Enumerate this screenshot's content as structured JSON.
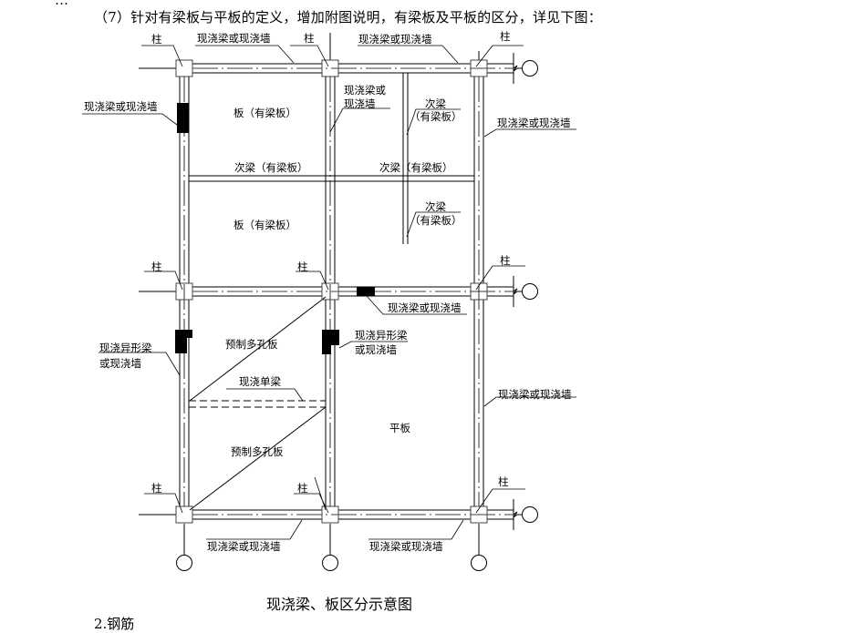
{
  "document": {
    "clipped_previous_line": "…",
    "intro_paragraph": "（7）针对有梁板与平板的定义，增加附图说明，有梁板及平板的区分，详见下图：",
    "figure_caption": "现浇梁、板区分示意图",
    "next_section_heading": "2.钢筋"
  },
  "figure": {
    "labels": {
      "column": "柱",
      "cast_beam_or_wall": "现浇梁或现浇墙",
      "cast_beam_or_wall_line1": "现浇梁或",
      "cast_beam_or_wall_line2": "现浇墙",
      "slab_with_beam": "板（有梁板）",
      "secondary_beam_inline": "次梁（有梁板）",
      "secondary_beam_line1": "次梁",
      "secondary_beam_line2": "（有梁板）",
      "special_beam_line1": "现浇异形梁",
      "special_beam_line2": "或现浇墙",
      "precast_hollow_slab": "预制多孔板",
      "cast_single_beam": "现浇单梁",
      "flat_slab": "平板"
    }
  }
}
